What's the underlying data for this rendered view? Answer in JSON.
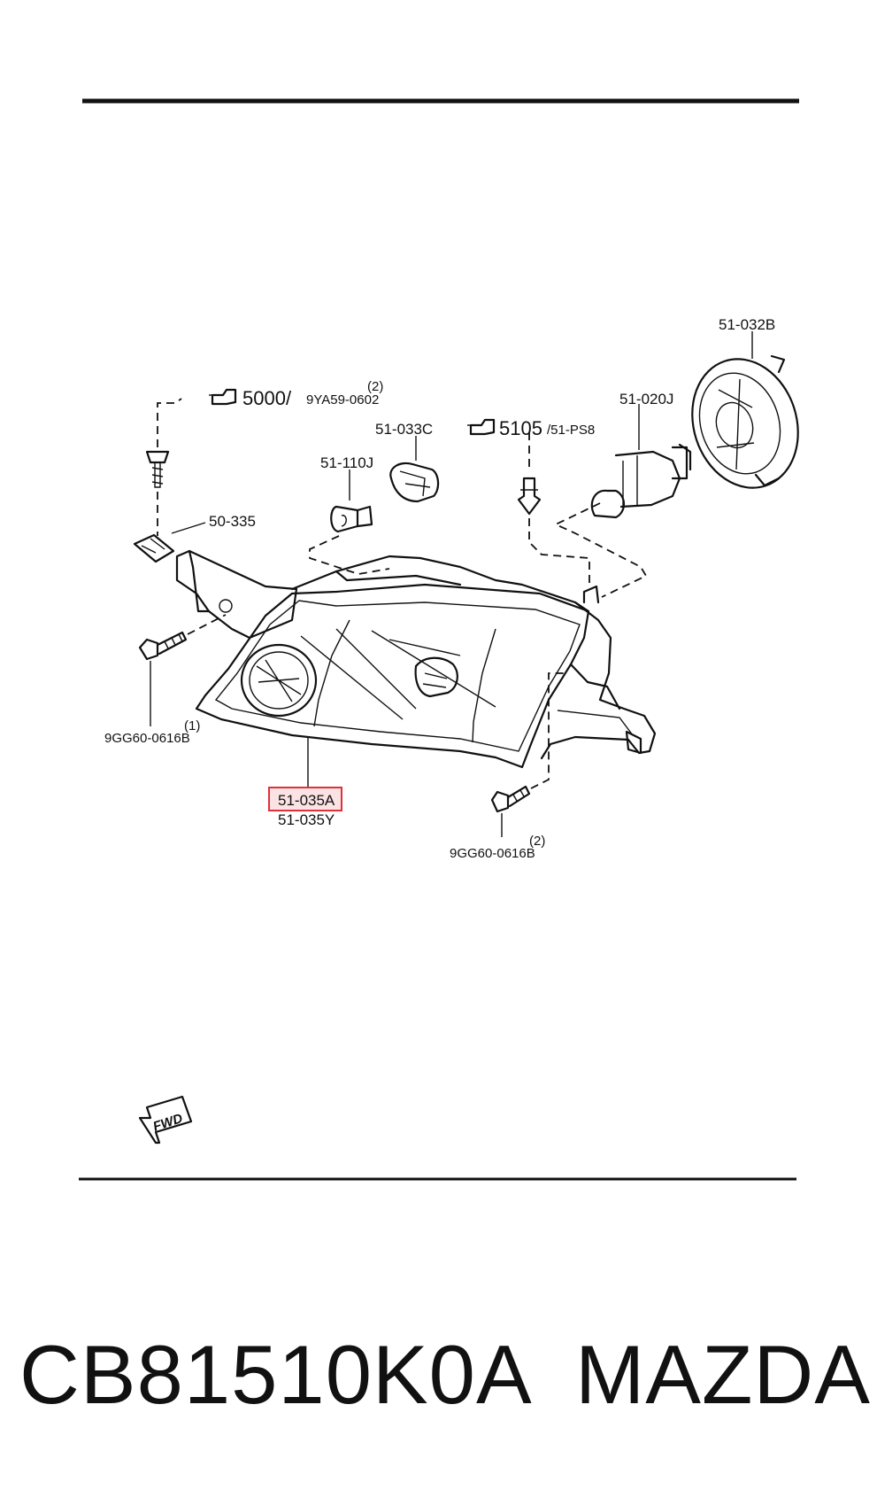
{
  "callouts": {
    "housing_ring": "51-032B",
    "bulb_main": "51-020J",
    "socket": "51-033C",
    "bulb_small": "51-110J",
    "nut": "50-335",
    "screw_note_ref": "5000/",
    "screw_note_part": "9YA59-0602",
    "screw_note_qty": "(2)",
    "clip_note_ref": "5105",
    "clip_note_part": "/51-PS8",
    "bolt_left": "9GG60-0616B",
    "bolt_left_qty": "(1)",
    "bolt_right": "9GG60-0616B",
    "bolt_right_qty": "(2)",
    "headlamp_left": "51-035A",
    "headlamp_right": "51-035Y",
    "fwd": "FWD"
  },
  "footer": {
    "part_number": "CB81510K0A",
    "brand": "MAZDA"
  },
  "colors": {
    "highlight": "#e0303a",
    "highlight_fill": "#fbe3e3"
  }
}
